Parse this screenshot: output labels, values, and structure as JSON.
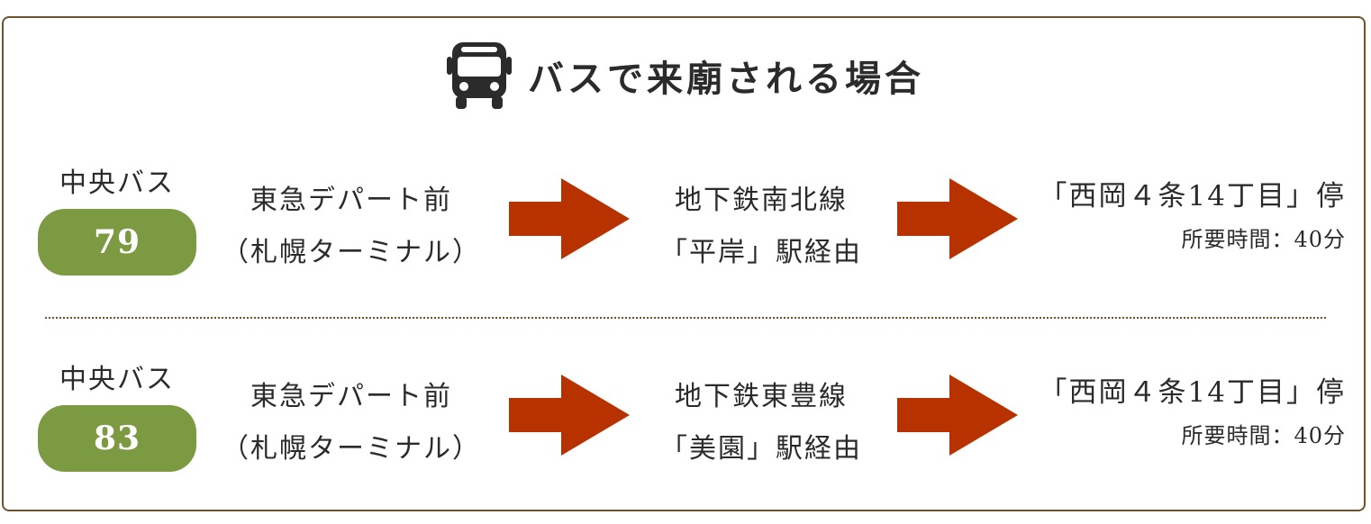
{
  "title": {
    "text": "バスで来廟される場合",
    "icon": "bus-icon"
  },
  "colors": {
    "border": "#6b5332",
    "badge": "#7b9a41",
    "arrow": "#b83200",
    "text": "#2b2b2b"
  },
  "routes": [
    {
      "company": "中央バス",
      "number": "79",
      "boarding_line1": "東急デパート前",
      "boarding_line2": "（札幌ターミナル）",
      "via_line1": "地下鉄南北線",
      "via_line2": "「平岸」駅経由",
      "destination": "「西岡４条14丁目」停",
      "duration": "所要時間：40分"
    },
    {
      "company": "中央バス",
      "number": "83",
      "boarding_line1": "東急デパート前",
      "boarding_line2": "（札幌ターミナル）",
      "via_line1": "地下鉄東豊線",
      "via_line2": "「美園」駅経由",
      "destination": "「西岡４条14丁目」停",
      "duration": "所要時間：40分"
    }
  ]
}
